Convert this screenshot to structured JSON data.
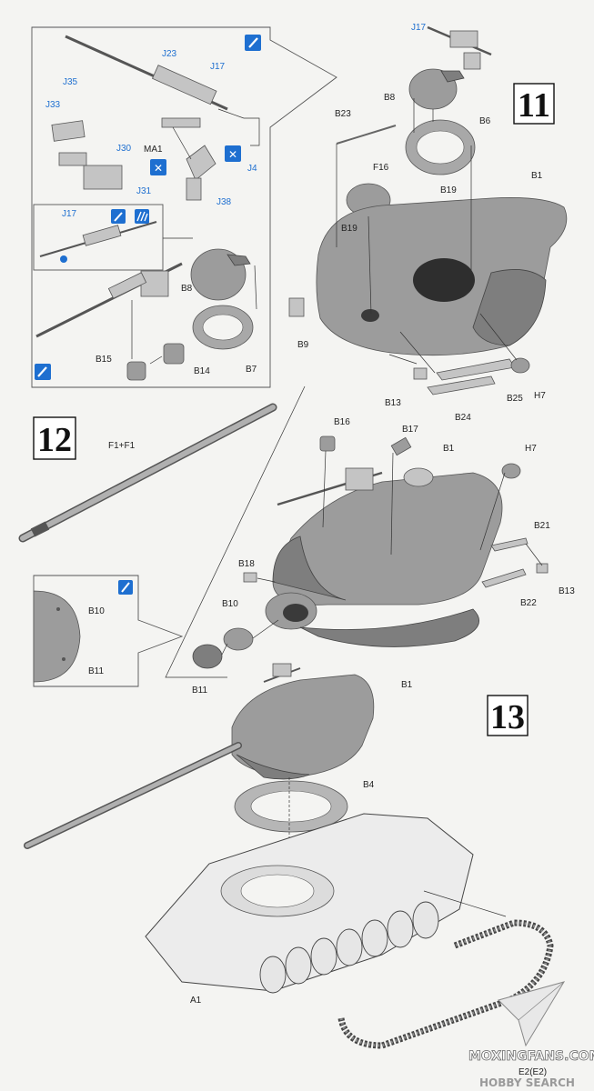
{
  "steps": {
    "s11": "11",
    "s12": "12",
    "s13": "13"
  },
  "labels": {
    "J17_top": "J17",
    "B8": "B8",
    "B23": "B23",
    "B6": "B6",
    "F16": "F16",
    "B19a": "B19",
    "B19b": "B19",
    "B1_11": "B1",
    "B9": "B9",
    "B13_11": "B13",
    "B24": "B24",
    "B25": "B25",
    "H7_11": "H7",
    "J23": "J23",
    "J35": "J35",
    "J17_inset": "J17",
    "J33": "J33",
    "J30": "J30",
    "MA1": "MA1",
    "J4": "J4",
    "J31": "J31",
    "J38": "J38",
    "J17_subinset": "J17",
    "B8_inset": "B8",
    "B15": "B15",
    "B14": "B14",
    "B7": "B7",
    "F1F1": "F1+F1",
    "B16": "B16",
    "B17": "B17",
    "B1_12": "B1",
    "H7_12": "H7",
    "B21": "B21",
    "B18": "B18",
    "B13_12": "B13",
    "B22": "B22",
    "B10": "B10",
    "B10_inset": "B10",
    "B11_inset": "B11",
    "B11": "B11",
    "B1_13": "B1",
    "B4": "B4",
    "A1": "A1",
    "E2": "E2(E2)"
  },
  "watermark": {
    "site": "MOXINGFANS.COM",
    "brand": "HOBBY SEARCH"
  },
  "colors": {
    "accent_blue": "#1e6fd0",
    "part_gray": "#9c9c9c"
  }
}
